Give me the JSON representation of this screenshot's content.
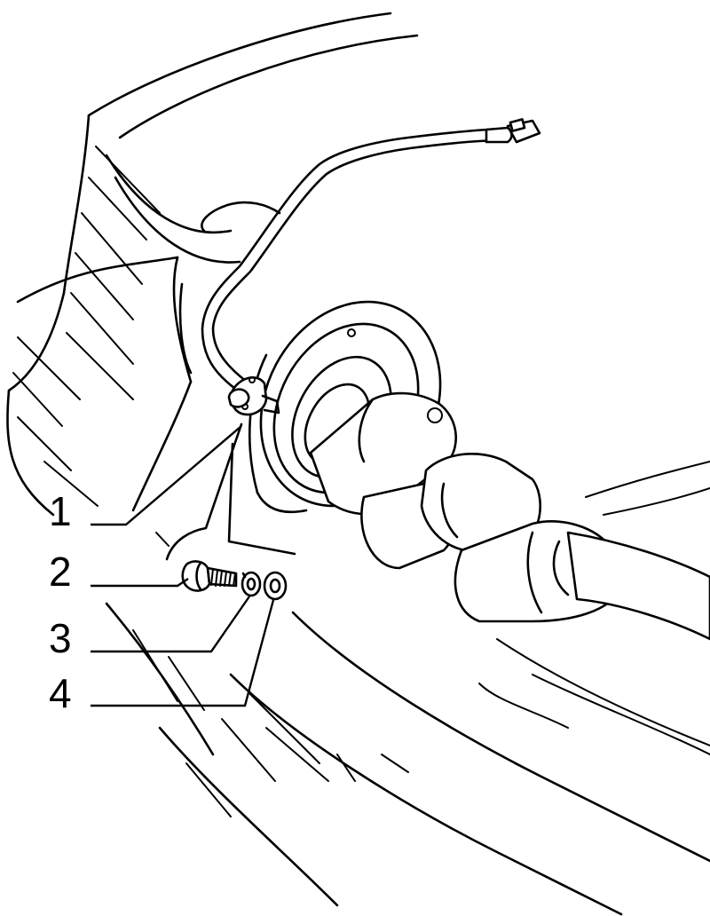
{
  "callouts": [
    {
      "number": "1",
      "part": "speed-sensor"
    },
    {
      "number": "2",
      "part": "bolt"
    },
    {
      "number": "3",
      "part": "spring-washer"
    },
    {
      "number": "4",
      "part": "flat-washer"
    }
  ]
}
